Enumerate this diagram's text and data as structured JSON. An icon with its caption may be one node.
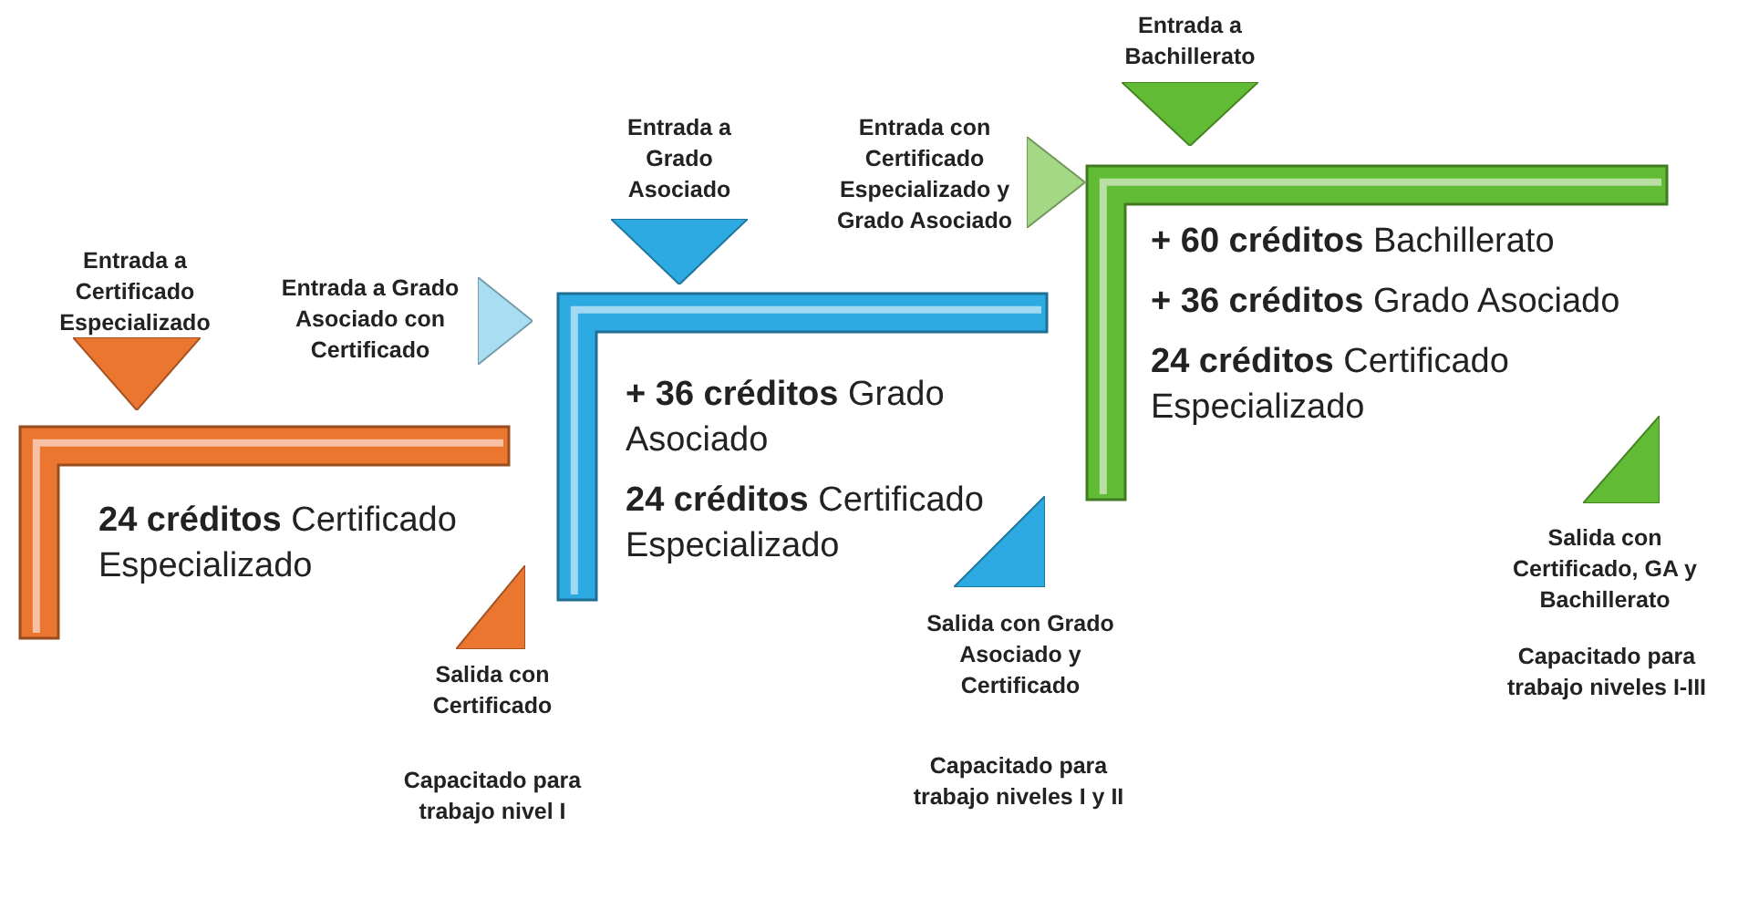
{
  "diagram": {
    "nodes": [
      {
        "text": [],
        "shape": "triangle",
        "beside": [
          "Entrada a Certificado Especializado"
        ]
      },
      {
        "text": [
          "**24 créditos** Certificado Especializado"
        ]
      },
      {
        "text": [],
        "shape": "triangle",
        "beside": [
          "Entrada a Grado Asociado con Certificado"
        ]
      },
      {
        "text": [],
        "shape": "triangle",
        "beside": [
          "Salida con Certificado",
          "Capacitado para trabajo nivel I"
        ]
      },
      {
        "text": [],
        "shape": "triangle",
        "beside": [
          "Entrada a Grado Asociado"
        ]
      },
      {
        "text": [
          "**+ 36 créditos** Grado Asociado",
          "**24 créditos** Certificado Especializado"
        ]
      },
      {
        "text": [],
        "shape": "triangle",
        "beside": [
          "Entrada con Certificado Especializado y Grado Asociado"
        ]
      },
      {
        "text": [],
        "shape": "triangle",
        "beside": [
          "Salida con Grado Asociado y Certificado",
          "Capacitado para trabajo niveles I y II"
        ]
      },
      {
        "text": [],
        "shape": "triangle",
        "beside": [
          "Entrada a Bachillerato"
        ]
      },
      {
        "text": [
          "**+ 60 créditos** Bachillerato",
          "**+ 36 créditos** Grado Asociado",
          "**24 créditos** Certificado Especializado"
        ]
      },
      {
        "text": [],
        "shape": "triangle",
        "beside": [
          "Salida con Certificado, GA y Bachillerato",
          "Capacitado para trabajo niveles I-III"
        ]
      }
    ]
  }
}
